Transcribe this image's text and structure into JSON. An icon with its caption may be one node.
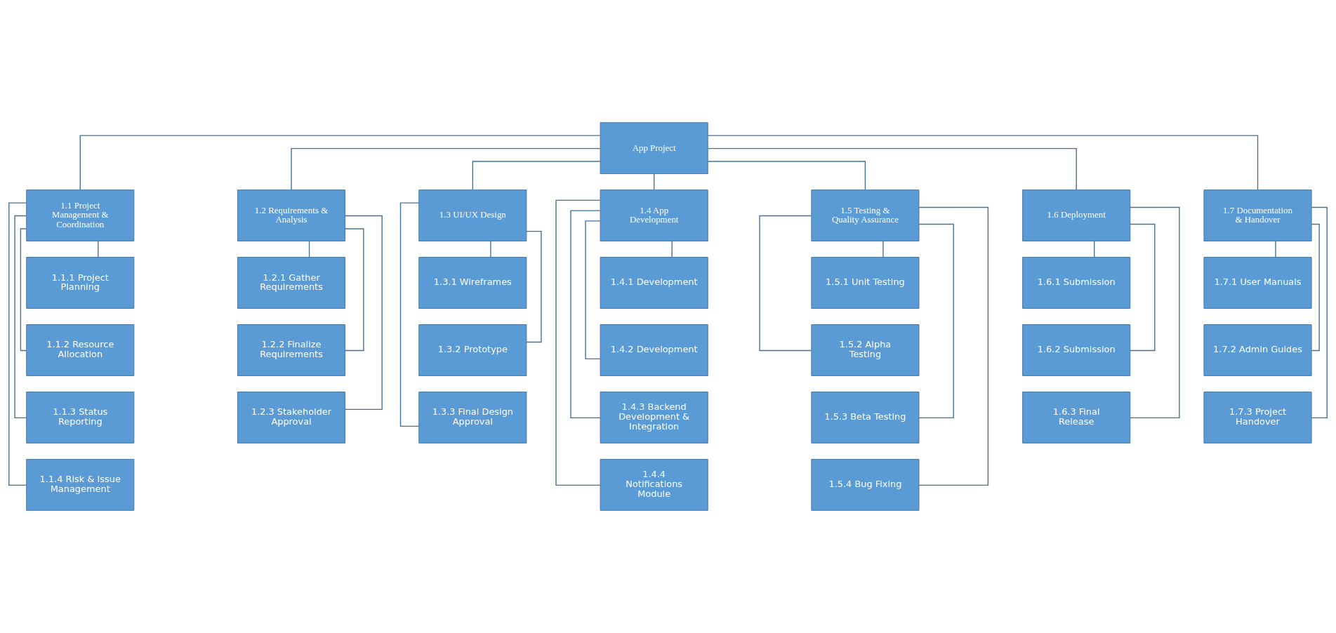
{
  "diagram": {
    "nodes": [
      {
        "text": [
          "App Project"
        ]
      },
      {
        "text": [
          "1.1 Project Management & Coordination"
        ]
      },
      {
        "text": [
          "1.2 Requirements & Analysis"
        ]
      },
      {
        "text": [
          "1.3 UI/UX Design"
        ]
      },
      {
        "text": [
          "1.4 App Development"
        ]
      },
      {
        "text": [
          "1.5 Testing & Quality Assurance"
        ]
      },
      {
        "text": [
          "1.6 Deployment"
        ]
      },
      {
        "text": [
          "1.7 Documentation & Handover"
        ]
      },
      {
        "text": [
          "1.1.1 Project Planning"
        ]
      },
      {
        "text": [
          "1.1.2 Resource Allocation"
        ]
      },
      {
        "text": [
          "1.1.3 Status Reporting"
        ]
      },
      {
        "text": [
          "1.1.4 Risk & Issue Management"
        ]
      },
      {
        "text": [
          "1.2.1 Gather Requirements"
        ]
      },
      {
        "text": [
          "1.2.2 Finalize Requirements"
        ]
      },
      {
        "text": [
          "1.2.3 Stakeholder Approval"
        ]
      },
      {
        "text": [
          "1.3.1 Wireframes"
        ]
      },
      {
        "text": [
          "1.3.2 Prototype"
        ]
      },
      {
        "text": [
          "1.3.3 Final Design Approval"
        ]
      },
      {
        "text": [
          "1.4.1 Development"
        ]
      },
      {
        "text": [
          "1.4.2 Development"
        ]
      },
      {
        "text": [
          "1.4.3 Backend Development & Integration"
        ]
      },
      {
        "text": [
          "1.4.4 Notifications Module"
        ]
      },
      {
        "text": [
          "1.5.1 Unit Testing"
        ]
      },
      {
        "text": [
          "1.5.2 Alpha Testing"
        ]
      },
      {
        "text": [
          "1.5.3 Beta Testing"
        ]
      },
      {
        "text": [
          "1.5.4 Bug Fixing"
        ]
      },
      {
        "text": [
          "1.6.1 Submission"
        ]
      },
      {
        "text": [
          "1.6.2 Submission"
        ]
      },
      {
        "text": [
          "1.6.3 Final Release"
        ]
      },
      {
        "text": [
          "1.7.1 User Manuals"
        ]
      },
      {
        "text": [
          "1.7.2 Admin Guides"
        ]
      },
      {
        "text": [
          "1.7.3 Project Handover"
        ]
      }
    ],
    "edges": [
      {
        "from": 0,
        "to": 1,
        "arrow": "none"
      },
      {
        "from": 0,
        "to": 2,
        "arrow": "none"
      },
      {
        "from": 0,
        "to": 3,
        "arrow": "none"
      },
      {
        "from": 0,
        "to": 4,
        "arrow": "none"
      },
      {
        "from": 0,
        "to": 5,
        "arrow": "none"
      },
      {
        "from": 0,
        "to": 6,
        "arrow": "none"
      },
      {
        "from": 0,
        "to": 7,
        "arrow": "none"
      },
      {
        "from": 1,
        "to": 8,
        "arrow": "none"
      },
      {
        "from": 1,
        "to": 9,
        "arrow": "none"
      },
      {
        "from": 1,
        "to": 10,
        "arrow": "none"
      },
      {
        "from": 1,
        "to": 11,
        "arrow": "none"
      },
      {
        "from": 2,
        "to": 12,
        "arrow": "none"
      },
      {
        "from": 2,
        "to": 13,
        "arrow": "none"
      },
      {
        "from": 2,
        "to": 14,
        "arrow": "none"
      },
      {
        "from": 3,
        "to": 15,
        "arrow": "none"
      },
      {
        "from": 3,
        "to": 16,
        "arrow": "none"
      },
      {
        "from": 3,
        "to": 17,
        "arrow": "none"
      },
      {
        "from": 4,
        "to": 18,
        "arrow": "none"
      },
      {
        "from": 4,
        "to": 19,
        "arrow": "none"
      },
      {
        "from": 4,
        "to": 20,
        "arrow": "none"
      },
      {
        "from": 4,
        "to": 21,
        "arrow": "none"
      },
      {
        "from": 5,
        "to": 22,
        "arrow": "none"
      },
      {
        "from": 5,
        "to": 23,
        "arrow": "none"
      },
      {
        "from": 5,
        "to": 24,
        "arrow": "none"
      },
      {
        "from": 5,
        "to": 25,
        "arrow": "none"
      },
      {
        "from": 6,
        "to": 26,
        "arrow": "none"
      },
      {
        "from": 6,
        "to": 27,
        "arrow": "none"
      },
      {
        "from": 6,
        "to": 28,
        "arrow": "none"
      },
      {
        "from": 7,
        "to": 29,
        "arrow": "none"
      },
      {
        "from": 7,
        "to": 30,
        "arrow": "none"
      },
      {
        "from": 7,
        "to": 31,
        "arrow": "none"
      }
    ]
  }
}
